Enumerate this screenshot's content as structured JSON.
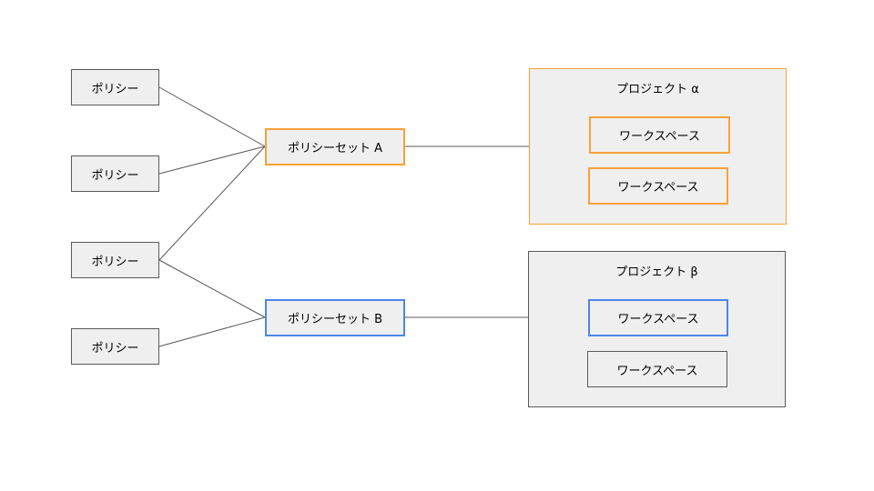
{
  "colors": {
    "accent_orange": "#f9a13a",
    "accent_blue": "#4a86e8",
    "box_fill": "#efefef",
    "border": "#595959",
    "line": "#595959"
  },
  "policies": [
    {
      "label": "ポリシー"
    },
    {
      "label": "ポリシー"
    },
    {
      "label": "ポリシー"
    },
    {
      "label": "ポリシー"
    }
  ],
  "policy_sets": [
    {
      "label": "ポリシーセット A",
      "accent": "#f9a13a"
    },
    {
      "label": "ポリシーセット B",
      "accent": "#4a86e8"
    }
  ],
  "projects": [
    {
      "title": "プロジェクト α",
      "accent": "#f9a13a",
      "workspaces": [
        {
          "label": "ワークスペース",
          "accent": "#f9a13a"
        },
        {
          "label": "ワークスペース",
          "accent": "#f9a13a"
        }
      ]
    },
    {
      "title": "プロジェクト β",
      "accent": "#595959",
      "workspaces": [
        {
          "label": "ワークスペース",
          "accent": "#4a86e8"
        },
        {
          "label": "ワークスペース",
          "accent": "#595959"
        }
      ]
    }
  ]
}
